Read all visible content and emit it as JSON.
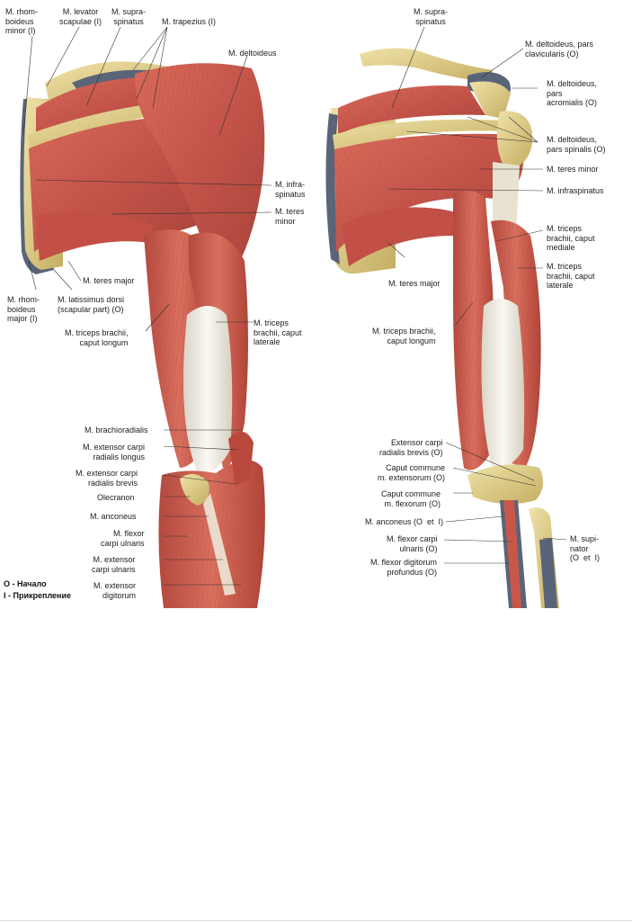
{
  "colors": {
    "muscle": "#c8574a",
    "muscle_dark": "#9e3a30",
    "muscle_light": "#e08a78",
    "tendon": "#ece9df",
    "bone": "#d8c98a",
    "bone_dark": "#a8944e",
    "cartilage": "#5a6478",
    "leader": "#333333"
  },
  "left_view": {
    "labels": [
      {
        "id": "rhomboideus-minor",
        "text": "M. rhom-\nboideus\nminor (I)"
      },
      {
        "id": "levator-scapulae",
        "text": "M. levator\nscapulae (I)"
      },
      {
        "id": "supraspinatus-l",
        "text": "M. supra-\nspinatus"
      },
      {
        "id": "trapezius",
        "text": "M. trapezius (I)"
      },
      {
        "id": "deltoideus",
        "text": "M. deltoideus"
      },
      {
        "id": "infraspinatus-l",
        "text": "M. infra-\nspinatus"
      },
      {
        "id": "teres-minor-l",
        "text": "M. teres\nminor"
      },
      {
        "id": "teres-major-l",
        "text": "M. teres major"
      },
      {
        "id": "rhomboideus-major",
        "text": "M. rhom-\nboideus\nmajor (I)"
      },
      {
        "id": "latissimus",
        "text": "M. latissimus dorsi\n(scapular part) (O)"
      },
      {
        "id": "triceps-longum-l",
        "text": "M. triceps brachii,\ncaput longum"
      },
      {
        "id": "triceps-laterale-l",
        "text": "M. triceps\nbrachii, caput\nlaterale"
      },
      {
        "id": "brachioradialis",
        "text": "M. brachioradialis"
      },
      {
        "id": "ecr-longus",
        "text": "M. extensor carpi\nradialis longus"
      },
      {
        "id": "ecr-brevis",
        "text": "M. extensor carpi\nradialis brevis"
      },
      {
        "id": "olecranon",
        "text": "Olecranon"
      },
      {
        "id": "anconeus-l",
        "text": "M. anconeus"
      },
      {
        "id": "fcu-l",
        "text": "M. flexor\ncarpi ulnaris"
      },
      {
        "id": "ecu",
        "text": "M. extensor\ncarpi ulnaris"
      },
      {
        "id": "ed",
        "text": "M. extensor\ndigitorum"
      }
    ]
  },
  "right_view": {
    "labels": [
      {
        "id": "supraspinatus-r",
        "text": "M. supra-\nspinatus"
      },
      {
        "id": "delt-clav",
        "text": "M. deltoideus, pars\nclavicularis (O)"
      },
      {
        "id": "delt-acrom",
        "text": "M. deltoideus,\npars\nacromialis (O)"
      },
      {
        "id": "delt-spin",
        "text": "M. deltoideus,\npars spinalis (O)"
      },
      {
        "id": "teres-minor-r",
        "text": "M. teres minor"
      },
      {
        "id": "infraspinatus-r",
        "text": "M. infraspinatus"
      },
      {
        "id": "triceps-mediale",
        "text": "M. triceps\nbrachii, caput\nmediale"
      },
      {
        "id": "triceps-laterale-r",
        "text": "M. triceps\nbrachii, caput\nlaterale"
      },
      {
        "id": "teres-major-r",
        "text": "M. teres major"
      },
      {
        "id": "triceps-longum-r",
        "text": "M. triceps brachii,\ncaput longum"
      },
      {
        "id": "ecrb-o",
        "text": "Extensor carpi\nradialis brevis (O)"
      },
      {
        "id": "caput-ext",
        "text": "Caput commune\nm. extensorum (O)"
      },
      {
        "id": "caput-flex",
        "text": "Caput commune\nm. flexorum (O)"
      },
      {
        "id": "anconeus-r",
        "text": "M. anconeus (O  et  I)"
      },
      {
        "id": "fcu-r",
        "text": "M. flexor carpi\nulnaris (O)"
      },
      {
        "id": "fdp",
        "text": "M. flexor digitorum\nprofundus (O)"
      },
      {
        "id": "supinator",
        "text": "M. supi-\nnator\n(O  et  I)"
      }
    ]
  },
  "legend": {
    "origin": "O - Начало",
    "insertion": "I - Прикрепление"
  }
}
